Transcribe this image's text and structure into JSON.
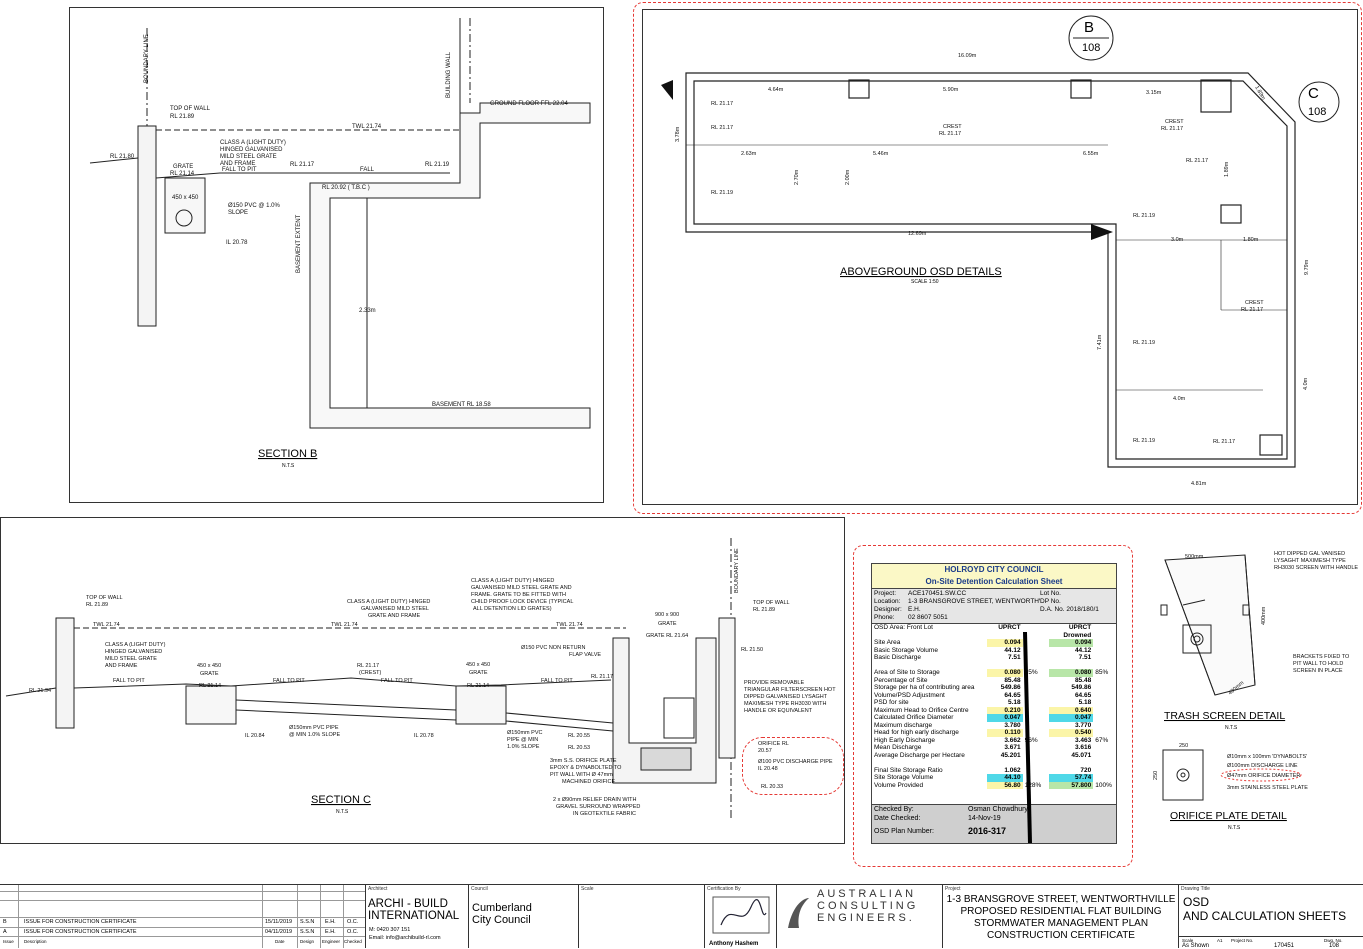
{
  "section_b": {
    "title": "SECTION B",
    "scale": "N.T.S",
    "boundary_line": "BOUNDARY LINE",
    "building_wall": "BUILDING WALL",
    "top_of_wall": "TOP OF WALL",
    "top_of_wall_rl": "RL 21.89",
    "grate_class": [
      "CLASS A (LIGHT DUTY)",
      "HINGED GALVANISED",
      "MILD STEEL GRATE",
      "AND FRAME"
    ],
    "ground_floor": "GROUND FLOOR FFL 22.04",
    "twl": "TWL 21.74",
    "rl_left": "RL 21.80",
    "grate": "GRATE",
    "grate_rl": "RL 21.14",
    "fall_to_pit": "FALL TO PIT",
    "fall": "FALL",
    "rl_2117": "RL 21.17",
    "rl_2119": "RL 21.19",
    "tbc": "RL 20.92 ( T.B.C )",
    "pit_size": "450 x 450",
    "pvc": "Ø150 PVC @ 1.0%",
    "slope": "SLOPE",
    "il": "IL 20.78",
    "basement_extent": "BASEMENT EXTENT",
    "depth": "2.33m",
    "basement_rl": "BASEMENT RL 18.58"
  },
  "plan": {
    "title": "ABOVEGROUND OSD DETAILS",
    "scale": "SCALE 1:50",
    "marker_b_letter": "B",
    "marker_b_num": "108",
    "marker_c_letter": "C",
    "marker_c_num": "108",
    "dim_total": "16.09m",
    "dim_464": "4.64m",
    "dim_590": "5.90m",
    "dim_315": "3.15m",
    "dim_189": "1.89m",
    "dim_378": "3.78m",
    "dim_263": "2.63m",
    "dim_546": "5.46m",
    "dim_655": "6.55m",
    "dim_270": "2.70m",
    "dim_200": "2.00m",
    "dim_189b": "1.89m",
    "dim_1269": "12.69m",
    "dim_30": "3.0m",
    "dim_180": "1.80m",
    "dim_979": "9.79m",
    "dim_741": "7.41m",
    "dim_40": "4.0m",
    "dim_40b": "4.0m",
    "dim_481": "4.81m",
    "rl_2117": "RL 21.17",
    "rl_2119": "RL 21.19",
    "crest": "CREST"
  },
  "section_c": {
    "title": "SECTION C",
    "scale": "N.T.S",
    "top_of_wall": "TOP OF WALL",
    "top_of_wall_rl": "RL 21.89",
    "rl_2194": "RL 21.94",
    "twl": "TWL 21.74",
    "class_left": [
      "CLASS A (LIGHT DUTY)",
      "HINGED GALVANISED",
      "MILD STEEL GRATE",
      "AND FRAME"
    ],
    "class_mid": [
      "CLASS A (LIGHT DUTY) HINGED",
      "GALVANISED MILD STEEL",
      "GRATE AND FRAME"
    ],
    "class_right": [
      "CLASS A (LIGHT DUTY) HINGED",
      "GALVANISED MILD STEEL GRATE AND",
      "FRAME. GRATE TO BE FITTED WITH",
      "CHILD PROOF LOCK DEVICE (TYPICAL",
      "ALL DETENTION LID GRATES)"
    ],
    "pit_size": "450 x 450",
    "grate": "GRATE",
    "rl_2114": "RL 21.14",
    "fall_to_pit": "FALL TO PIT",
    "rl_2117": "RL 21.17",
    "crest": "(CREST)",
    "il_2084": "IL 20.84",
    "il_2078": "IL 20.78",
    "pipe": [
      "Ø150mm PVC PIPE",
      "@ MIN 1.0% SLOPE"
    ],
    "pipe2": [
      "Ø150mm PVC",
      "PIPE @ MIN",
      "1.0% SLOPE"
    ],
    "big_pit": "900 x 900",
    "grate_rl": "GRATE RL 21.64",
    "boundary": "BOUNDARY LINE",
    "rl_2150": "RL 21.50",
    "flap": [
      "Ø150 PVC NON RETURN",
      "FLAP VALVE"
    ],
    "screen": [
      "PROVIDE REMOVABLE",
      "TRIANGULAR FILTERSCREEN HOT",
      "DIPPED GALVANISED LYSAGHT",
      "MAXIMESH TYPE RH3030 WITH",
      "HANDLE OR EQUIVALENT"
    ],
    "rl_2055": "RL 20.55",
    "rl_2053": "RL 20.53",
    "orifice": [
      "ORIFICE RL",
      "20.57"
    ],
    "discharge": [
      "Ø100 PVC DISCHARGE PIPE",
      "IL 20.48"
    ],
    "rl_2033": "RL 20.33",
    "plate": [
      "3mm S.S. ORIFICE PLATE",
      "EPOXY & DYNABOLTED TO",
      "PIT WALL WITH Ø 47mm",
      "MACHINED ORIFICE"
    ],
    "relief": [
      "2 x Ø90mm RELIEF DRAIN WITH",
      "GRAVEL SURROUND WRAPPED",
      "IN GEOTEXTILE FABRIC"
    ]
  },
  "calc": {
    "council": "HOLROYD CITY COUNCIL",
    "sheet": "On-Site Detention Calculation Sheet",
    "project_k": "Project:",
    "project_v": "ACE170451.SW.CC",
    "lot_k": "Lot No.",
    "location_k": "Location:",
    "location_v": "1-3 BRANSGROVE STREET, WENTWORTHVILLE",
    "dp_k": "DP No.",
    "designer_k": "Designer:",
    "designer_v": "E.H.",
    "da_k": "D.A. No. 2018/180/1",
    "phone_k": "Phone:",
    "phone_v": "02 8607 5051",
    "osd_area_k": "OSD Area:",
    "osd_area_v": "Front Lot",
    "col1": "UPRCT",
    "col2": "UPRCT",
    "col2b": "Drowned",
    "rows": [
      {
        "label": "Site Area",
        "v1": "0.094",
        "p1": "",
        "v2": "0.094",
        "p2": "",
        "c1": "yl",
        "c2": "gr"
      },
      {
        "label": "Basic Storage Volume",
        "v1": "44.12",
        "p1": "",
        "v2": "44.12",
        "p2": "",
        "c1": "",
        "c2": ""
      },
      {
        "label": "Basic Discharge",
        "v1": "7.51",
        "p1": "",
        "v2": "7.51",
        "p2": "",
        "c1": "",
        "c2": ""
      },
      {
        "label": "",
        "v1": "",
        "p1": "",
        "v2": "",
        "p2": "",
        "c1": "",
        "c2": ""
      },
      {
        "label": "Area of Site to Storage",
        "v1": "0.080",
        "p1": "85%",
        "v2": "0.080",
        "p2": "85%",
        "c1": "yl",
        "c2": "gr"
      },
      {
        "label": "Percentage of Site",
        "v1": "85.48",
        "p1": "",
        "v2": "85.48",
        "p2": "",
        "c1": "",
        "c2": ""
      },
      {
        "label": "Storage per ha of contributing area",
        "v1": "549.86",
        "p1": "",
        "v2": "549.86",
        "p2": "",
        "c1": "",
        "c2": ""
      },
      {
        "label": "Volume/PSD Adjustment",
        "v1": "64.65",
        "p1": "",
        "v2": "64.65",
        "p2": "",
        "c1": "",
        "c2": ""
      },
      {
        "label": "PSD for site",
        "v1": "5.18",
        "p1": "",
        "v2": "5.18",
        "p2": "",
        "c1": "",
        "c2": ""
      },
      {
        "label": "Maximum Head to Orifice Centre",
        "v1": "0.210",
        "p1": "",
        "v2": "0.640",
        "p2": "",
        "c1": "yl",
        "c2": "yl"
      },
      {
        "label": "Calculated Orifice Diameter",
        "v1": "0.047",
        "p1": "",
        "v2": "0.047",
        "p2": "",
        "c1": "cy",
        "c2": "cy"
      },
      {
        "label": "Maximum discharge",
        "v1": "3.780",
        "p1": "",
        "v2": "3.770",
        "p2": "",
        "c1": "",
        "c2": ""
      },
      {
        "label": "Head for high early discharge",
        "v1": "0.110",
        "p1": "",
        "v2": "0.540",
        "p2": "",
        "c1": "yl",
        "c2": "yl"
      },
      {
        "label": "High Early Discharge",
        "v1": "3.662",
        "p1": "96%",
        "v2": "3.463",
        "p2": "67%",
        "c1": "",
        "c2": ""
      },
      {
        "label": "Mean Discharge",
        "v1": "3.671",
        "p1": "",
        "v2": "3.616",
        "p2": "",
        "c1": "",
        "c2": ""
      },
      {
        "label": "Average Discharge per Hectare",
        "v1": "45.201",
        "p1": "",
        "v2": "45.071",
        "p2": "",
        "c1": "",
        "c2": ""
      },
      {
        "label": "",
        "v1": "",
        "p1": "",
        "v2": "",
        "p2": "",
        "c1": "",
        "c2": ""
      },
      {
        "label": "Final Site Storage Ratio",
        "v1": "1.062",
        "p1": "",
        "v2": "720",
        "p2": "",
        "c1": "",
        "c2": ""
      },
      {
        "label": "Site Storage Volume",
        "v1": "44.10",
        "p1": "",
        "v2": "57.74",
        "p2": "",
        "c1": "cy",
        "c2": "cy"
      },
      {
        "label": "Volume Provided",
        "v1": "56.80",
        "p1": "128%",
        "v2": "57.800",
        "p2": "100%",
        "c1": "yl",
        "c2": "gr"
      }
    ],
    "checked_k": "Checked By:",
    "checked_v": "Osman Chowdhury",
    "date_k": "Date Checked:",
    "date_v": "14-Nov-19",
    "plan_k": "OSD Plan Number:",
    "plan_v": "2016-317"
  },
  "trash": {
    "title": "TRASH SCREEN DETAIL",
    "scale": "N.T.S",
    "dim_top": "500mm",
    "dim_side": "400mm",
    "dim_bottom": "400mm",
    "note1": [
      "HOT DIPPED GAL VANISED",
      "LYSAGHT MAXIMESH TYPE",
      "RH3030 SCREEN WITH HANDLE"
    ],
    "note2": [
      "BRACKETS FIXED TO",
      "PIT WALL TO HOLD",
      "SCREEN IN PLACE"
    ]
  },
  "orifice": {
    "title": "ORIFICE PLATE DETAIL",
    "scale": "N.T.S",
    "dim_w": "250",
    "dim_h": "250",
    "note1": "Ø10mm x 100mm 'DYNABOLTS'",
    "note2": "Ø100mm DISCHARGE LINE",
    "note3": "Ø47mm ORIFICE DIAMETER",
    "note4": "3mm STAINLESS STEEL PLATE"
  },
  "title_block": {
    "revisions": [
      {
        "rev": "B",
        "desc": "ISSUE FOR CONSTRUCTION CERTIFICATE",
        "date": "15/11/2019",
        "design": "S.S.N",
        "eng": "E.H.",
        "chk": "O.C."
      },
      {
        "rev": "A",
        "desc": "ISSUE FOR CONSTRUCTION CERTIFICATE",
        "date": "04/11/2019",
        "design": "S.S.N",
        "eng": "E.H.",
        "chk": "O.C."
      }
    ],
    "hdr_issue": "Issue",
    "hdr_desc": "Description",
    "hdr_date": "Date",
    "hdr_design": "Design",
    "hdr_eng": "Engineer",
    "hdr_chk": "Checked",
    "architect_lbl": "Architect",
    "architect": [
      "ARCHI - BUILD",
      "INTERNATIONAL"
    ],
    "architect_m": "M: 0420 307 151",
    "architect_e": "Email: info@archibuild-rl.com",
    "council_lbl": "Council",
    "council": [
      "Cumberland",
      "City Council"
    ],
    "scale_lbl": "Scale",
    "cert_lbl": "Certification By",
    "cert_name": "Anthony Hashem",
    "company": [
      "AUSTRALIAN",
      "CONSULTING",
      "ENGINEERS."
    ],
    "project_lbl": "Project",
    "project": [
      "1-3 BRANSGROVE STREET, WENTWORTHVILLE",
      "PROPOSED RESIDENTIAL FLAT BUILDING",
      "STORMWATER MANAGEMENT PLAN",
      "CONSTRUCTION CERTIFICATE"
    ],
    "drawing_lbl": "Drawing Title",
    "drawing": [
      "OSD",
      "AND CALCULATION SHEETS"
    ],
    "bottom_scale": "Scale",
    "bottom_a1": "A1",
    "bottom_proj": "Project No.",
    "bottom_dwg": "Dwg. No.",
    "scale_val": "As Shown",
    "proj_val": "170451",
    "dwg_val": "108"
  }
}
